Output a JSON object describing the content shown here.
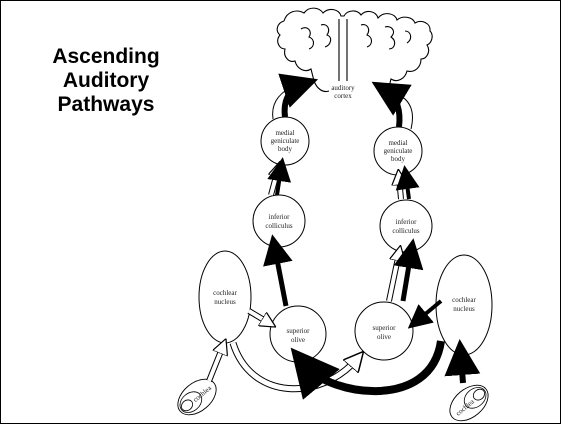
{
  "slide": {
    "title_lines": [
      "Ascending",
      "Auditory",
      "Pathways"
    ]
  },
  "diagram": {
    "cortex_label_1": "auditory",
    "cortex_label_2": "cortex",
    "left": {
      "medial_geniculate": [
        "medial",
        "geniculate",
        "body"
      ],
      "inferior_colliculus": [
        "inferior",
        "colliculus"
      ],
      "cochlear_nucleus": [
        "cochlear",
        "nucleus"
      ],
      "superior_olive": [
        "superior",
        "olive"
      ],
      "cochlea": "cochlea"
    },
    "right": {
      "medial_geniculate": [
        "medial",
        "geniculate",
        "body"
      ],
      "inferior_colliculus": [
        "inferior",
        "colliculus"
      ],
      "cochlear_nucleus": [
        "cochlear",
        "nucleus"
      ],
      "superior_olive": [
        "superior",
        "olive"
      ],
      "cochlea": "cochlea"
    }
  },
  "colors": {
    "ink": "#000000",
    "background": "#ffffff"
  }
}
